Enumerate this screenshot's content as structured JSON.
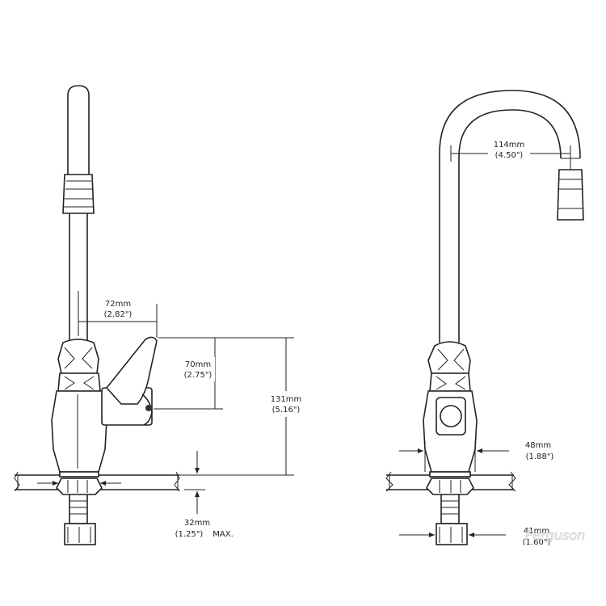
{
  "dimensions": {
    "handle_reach": {
      "metric": "72mm",
      "imperial": "(2.82\")"
    },
    "handle_height": {
      "metric": "70mm",
      "imperial": "(2.75\")"
    },
    "faucet_height": {
      "metric": "131mm",
      "imperial": "(5.16\")"
    },
    "deck_thickness": {
      "metric": "32mm",
      "imperial": "(1.25\")",
      "note": "MAX."
    },
    "spout_reach": {
      "metric": "114mm",
      "imperial": "(4.50\")"
    },
    "base_width": {
      "metric": "48mm",
      "imperial": "(1.88\")"
    },
    "shank_width": {
      "metric": "41mm",
      "imperial": "(1.60\")"
    }
  },
  "watermark": {
    "text": "Ferguson"
  }
}
